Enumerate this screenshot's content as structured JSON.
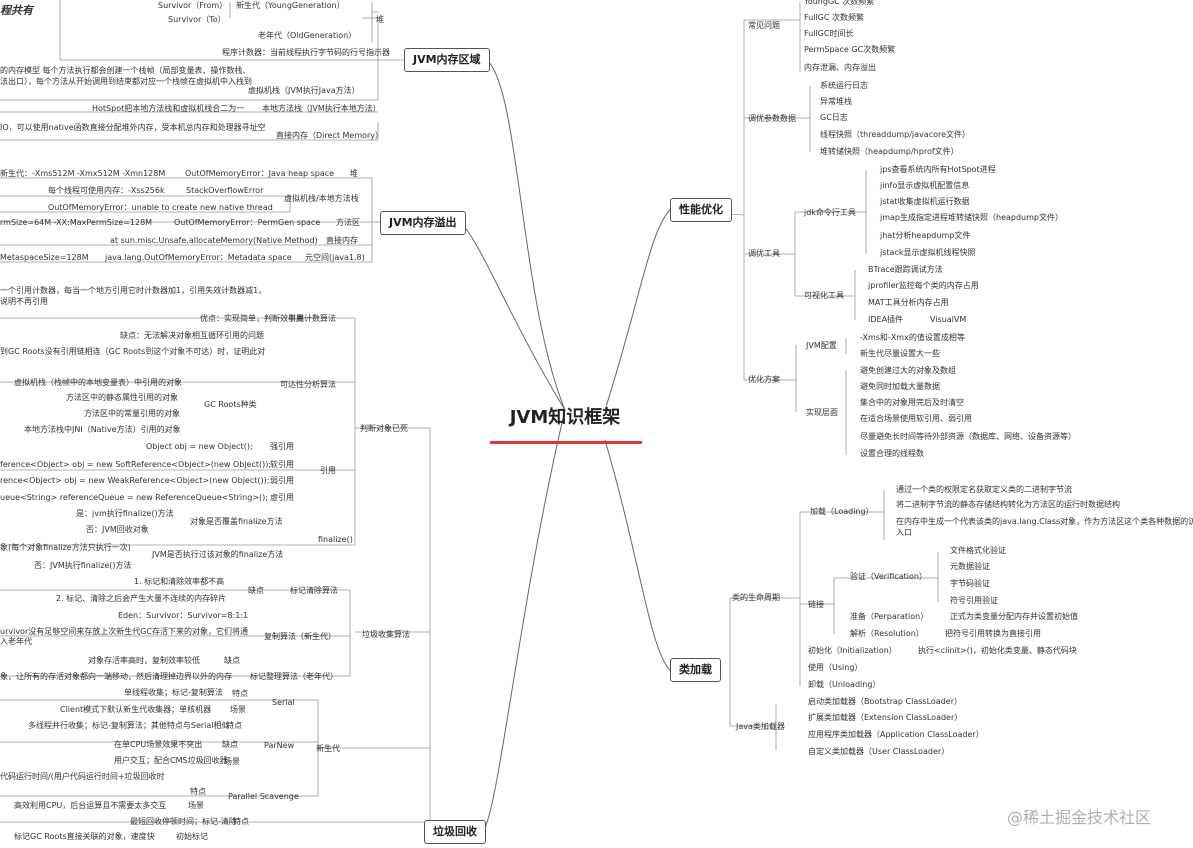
{
  "root_title": "JVM知识框架",
  "watermark": "@稀土掘金技术社区",
  "cut_heading": "程共有",
  "memory_area": {
    "title": "JVM内存区域",
    "items": [
      "Survivor（From）",
      "新生代（YoungGeneration）",
      "Survivor（To）",
      "堆",
      "老年代（OldGeneration）",
      "程序计数器：当前线程执行字节码的行号指示器",
      "的内存模型   每个方法执行都会创建一个栈帧（局部变量表、操作数栈、",
      "法出口），每个方法从开始调用到结束都对应一个栈帧在虚拟机中入栈到",
      "虚拟机栈（JVM执行Java方法）",
      "HotSpot把本地方法栈和虚拟机栈合二为一",
      "本地方法栈（JVM执行本地方法）",
      "IO，可以使用native函数直接分配堆外内存，受本机总内存和处理器寻址空",
      "直接内存（Direct Memory）"
    ]
  },
  "memory_overflow": {
    "title": "JVM内存溢出",
    "items": [
      "新生代：-Xms512M -Xmx512M -Xmn128M",
      "OutOfMemoryError：Java heap space",
      "堆",
      "每个线程可使用内存：-Xss256k",
      "StackOverflowError",
      "虚拟机栈/本地方法栈",
      "OutOfMemoryError：unable to create new native thread",
      "rmSize=64M -XX:MaxPermSize=128M",
      "OutOfMemoryError：PermGen space",
      "方法区",
      "at sun.misc.Unsafe.allocateMemory(Native Method)",
      "直接内存",
      "MetaspaceSize=128M",
      "java.lang.OutOfMemoryError：Metadata space",
      "元空间(java1.8)"
    ]
  },
  "gc": {
    "title": "垃圾回收",
    "items": [
      "一个引用计数器，每当一个地方引用它时计数器加1，引用失效计数器减1，",
      "说明不再引用",
      "优点：实现简单，判断效率高",
      "引用计数算法",
      "缺点：无法解决对象相互循环引用的问题",
      "到GC Roots没有引用链相连（GC Roots到这个对象不可达）时，证明此对",
      "虚拟机栈（栈帧中的本地变量表）中引用的对象",
      "可达性分析算法",
      "方法区中的静态属性引用的对象",
      "GC Roots种类",
      "方法区中的常量引用的对象",
      "本地方法栈中JNI（Native方法）引用的对象",
      "判断对象已死",
      "Object obj = new Object();",
      "强引用",
      "ference<Object> obj = new SoftReference<Object>(new Object());",
      "软引用",
      "引用",
      "rence<Object> obj = new WeakReference<Object>(new Object());",
      "弱引用",
      "ueue<String> referenceQueue = new ReferenceQueue<String>();",
      "虚引用",
      "是：jvm执行finalize()方法",
      "对象是否覆盖finalize方法",
      "否：JVM回收对象",
      "finalize()",
      "象(每个对象finalize方法只执行一次)",
      "JVM是否执行过该对象的finalize方法",
      "否：JVM执行finalize()方法",
      "1. 标记和清除效率都不高",
      "缺点",
      "标记清除算法",
      "2. 标记、清除之后会产生大量不连续的内存碎片",
      "Eden：Survivor：Survivor=8:1:1",
      "urvivor没有足够空间来存放上次新生代GC存活下来的对象，它们将通",
      "复制算法（新生代）",
      "垃圾收集算法",
      "入老年代",
      "对象存活率高时，复制效率较低",
      "缺点",
      "象，让所有的存活对象都向一端移动，然后清理掉边界以外的内存",
      "标记整理算法（老年代）",
      "单线程收集；标记-复制算法",
      "特点",
      "Serial",
      "Client模式下默认新生代收集器；单核机器",
      "场景",
      "多线程并行收集；标记-复制算法；其他特点与Serial相似",
      "特点",
      "在单CPU场景效果不突出",
      "缺点",
      "ParNew",
      "新生代",
      "用户交互；配合CMS垃圾回收器",
      "场景",
      "代码运行时间/(用户代码运行时间+垃圾回收时",
      "特点",
      "Parallel Scavenge",
      "高效利用CPU，后台运算且不需要太多交互",
      "场景",
      "最短回收停顿时间；标记-清除",
      "特点",
      "标记GC Roots直接关联的对象，速度快",
      "初始标记"
    ]
  },
  "performance": {
    "title": "性能优化",
    "items": [
      "常见问题",
      "YoungGC 次数频繁",
      "FullGC 次数频繁",
      "FullGC时间长",
      "PermSpace GC次数频繁",
      "内存泄漏、内存溢出",
      "调优参数数据",
      "系统运行日志",
      "异常堆栈",
      "GC日志",
      "线程快照（threaddump/javacore文件）",
      "堆转储快照（heapdump/hprof文件）",
      "调优工具",
      "jdk命令行工具",
      "jps查看系统内所有HotSpot进程",
      "jinfo显示虚拟机配置信息",
      "jstat收集虚拟机运行数据",
      "jmap生成指定进程堆转储快照（heapdump文件）",
      "jhat分析heapdump文件",
      "jstack显示虚拟机线程快照",
      "可视化工具",
      "BTrace跟踪调试方法",
      "jprofiler监控每个类的内存占用",
      "MAT工具分析内存占用",
      "IDEA插件",
      "VisualVM",
      "优化方案",
      "JVM配置",
      "-Xms和-Xmx的值设置成相等",
      "新生代尽量设置大一些",
      "实现层面",
      "避免创建过大的对象及数组",
      "避免同时加载大量数据",
      "集合中的对象用完后及时清空",
      "在适合场景使用软引用、弱引用",
      "尽量避免长时间等待外部资源（数据库、网络、设备资源等）",
      "设置合理的线程数"
    ]
  },
  "classload": {
    "title": "类加载",
    "items": [
      "类的生命周期",
      "加载（Loading）",
      "通过一个类的权限定名获取定义类的二进制字节流",
      "将二进制字节流的静态存储结构转化为方法区的运行时数据结构",
      "在内存中生成一个代表该类的java.lang.Class对象，作为方法区这个类各种数据的访问",
      "入口",
      "链接",
      "验证（Verification）",
      "文件格式化验证",
      "元数据验证",
      "字节码验证",
      "符号引用验证",
      "准备（Perparation）",
      "正式为类变量分配内存并设置初始值",
      "解析（Resolution）",
      "把符号引用转换为直接引用",
      "初始化（Initialization）",
      "执行<clinit>()，初始化类变量、静态代码块",
      "使用（Using）",
      "卸载（Unloading）",
      "Java类加载器",
      "启动类加载器（Bootstrap ClassLoader）",
      "扩展类加载器（Extension ClassLoader）",
      "应用程序类加载器（Application ClassLoader）",
      "自定义类加载器（User ClassLoader）"
    ]
  }
}
